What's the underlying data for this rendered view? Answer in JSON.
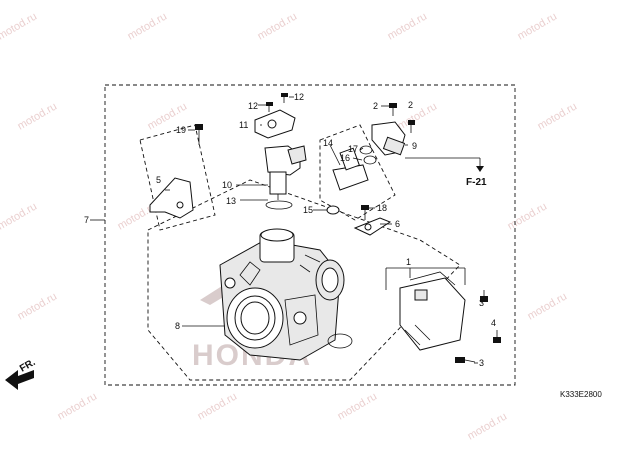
{
  "watermark": "motod.ru",
  "arrow_ref": "F-21",
  "front_label": "FR.",
  "drawing_code": "K333E2800",
  "logo_text": "HONDA",
  "callouts": {
    "c1": "1",
    "c2a": "2",
    "c2b": "2",
    "c3a": "3",
    "c3b": "3",
    "c4": "4",
    "c5": "5",
    "c6": "6",
    "c7": "7",
    "c8": "8",
    "c9": "9",
    "c10": "10",
    "c11": "11",
    "c12a": "12",
    "c12b": "12",
    "c13": "13",
    "c14": "14",
    "c15": "15",
    "c16": "16",
    "c17": "17",
    "c18": "18",
    "c19": "19"
  }
}
